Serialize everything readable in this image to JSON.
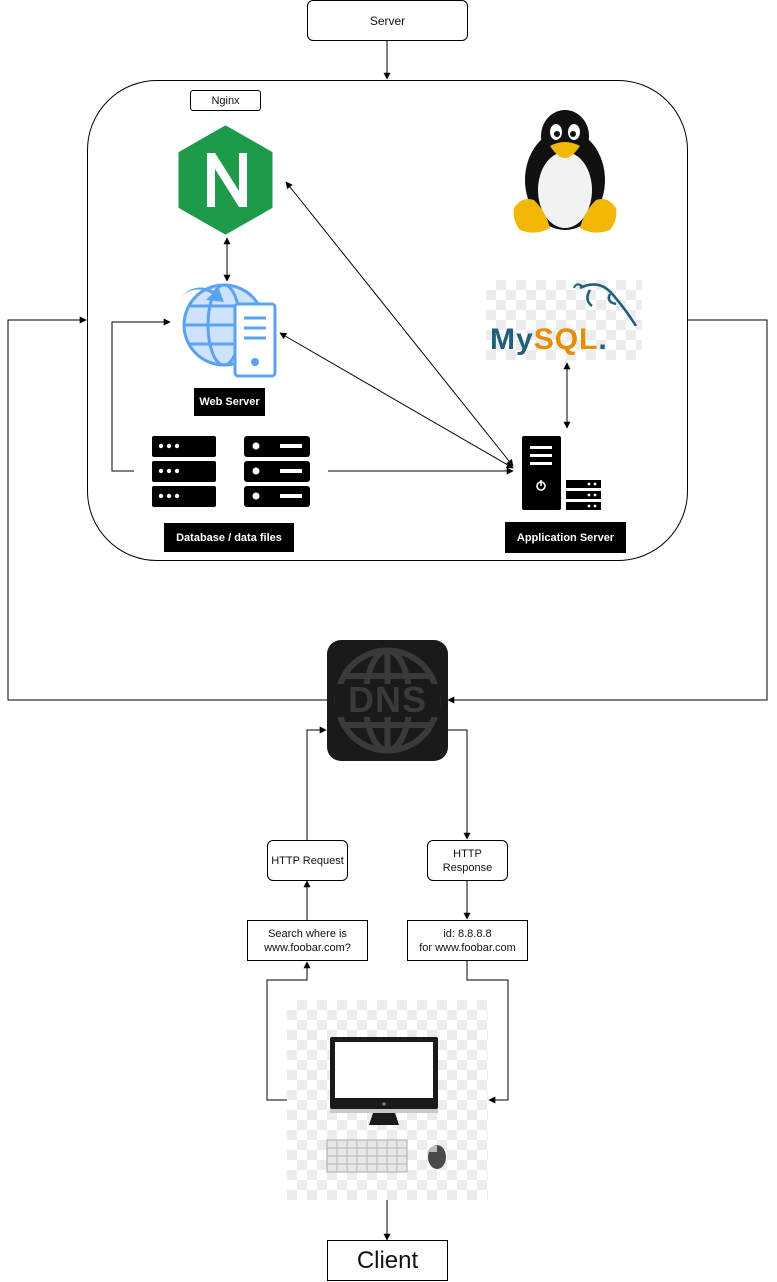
{
  "server": {
    "label": "Server"
  },
  "nginx": {
    "label": "Nginx",
    "logo_letter": "N",
    "logo_color": "#1d9a4a"
  },
  "web_server": {
    "label": "Web Server",
    "icon_color": "#5aa2f2"
  },
  "database": {
    "label": "Database / data files"
  },
  "app_server": {
    "label": "Application Server"
  },
  "mysql": {
    "logo_my": "My",
    "logo_sql": "SQL",
    "color_my": "#1f5f7a",
    "color_sql": "#e48e00"
  },
  "dns": {
    "label": "DNS"
  },
  "http_request": {
    "label": "HTTP Request"
  },
  "http_response": {
    "line1": "HTTP",
    "line2": "Response"
  },
  "search": {
    "line1": "Search where is",
    "line2": "www.foobar.com?"
  },
  "ip": {
    "line1": "id: 8.8.8.8",
    "line2": "for www.foobar.com"
  },
  "client": {
    "label": "Client"
  }
}
